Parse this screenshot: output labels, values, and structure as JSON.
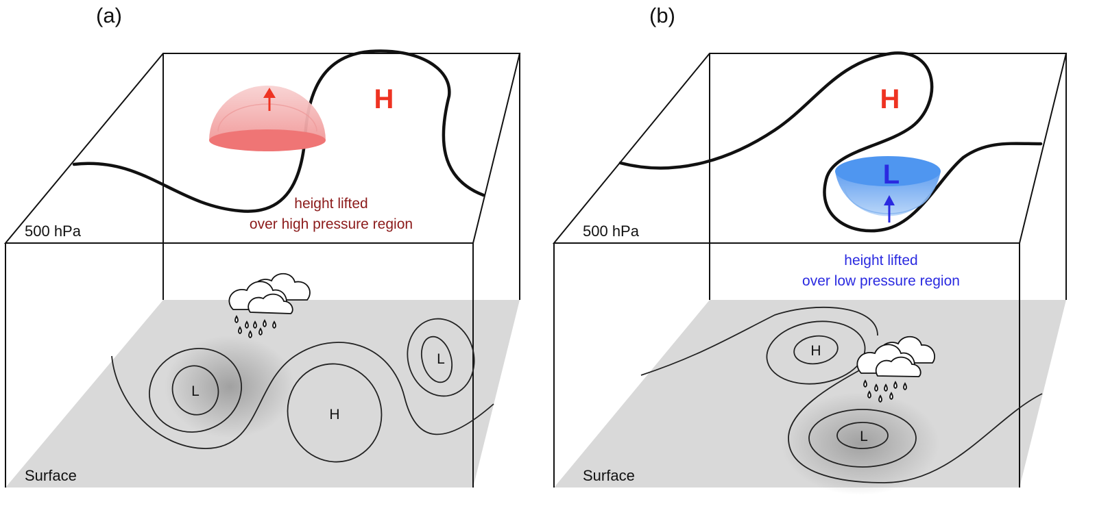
{
  "panels": [
    {
      "panel_label": "(a)",
      "upper_level_label": "500 hPa",
      "surface_label": "Surface",
      "upper_high_letter": "H",
      "note_line1": "height lifted",
      "note_line2": "over high pressure region",
      "surface_low1_letter": "L",
      "surface_high_letter": "H",
      "surface_low2_letter": "L"
    },
    {
      "panel_label": "(b)",
      "upper_level_label": "500 hPa",
      "surface_label": "Surface",
      "upper_high_letter": "H",
      "upper_low_letter": "L",
      "note_line1": "height lifted",
      "note_line2": "over low pressure region",
      "surface_high_letter": "H",
      "surface_low_letter": "L"
    }
  ],
  "colors": {
    "high_red": "#ee3322",
    "note_dark_red": "#8b1a1a",
    "low_blue": "#2a2ae0",
    "surface_gray": "#d9d9d9"
  }
}
